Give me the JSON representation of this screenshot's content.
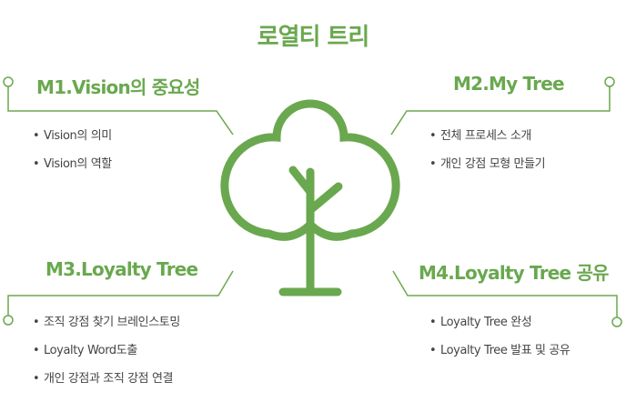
{
  "title": "로열티 트리",
  "colors": {
    "accent": "#6aa84f",
    "tree": "#6aa84f",
    "text": "#444444"
  },
  "bullet_glyph": "•",
  "sections": [
    {
      "heading": "M1.Vision의 중요성",
      "items": [
        "Vision의 의미",
        "Vision의 역할"
      ]
    },
    {
      "heading": "M2.My Tree",
      "items": [
        "전체 프로세스 소개",
        "개인 강점 모형 만들기"
      ]
    },
    {
      "heading": "M3.Loyalty Tree",
      "items": [
        "조직 강점 찾기 브레인스토밍",
        "Loyalty Word도출",
        "개인 강점과 조직 강점 연결"
      ]
    },
    {
      "heading": "M4.Loyalty Tree 공유",
      "items": [
        "Loyalty Tree 완성",
        "Loyalty Tree 발표 및 공유"
      ]
    }
  ]
}
